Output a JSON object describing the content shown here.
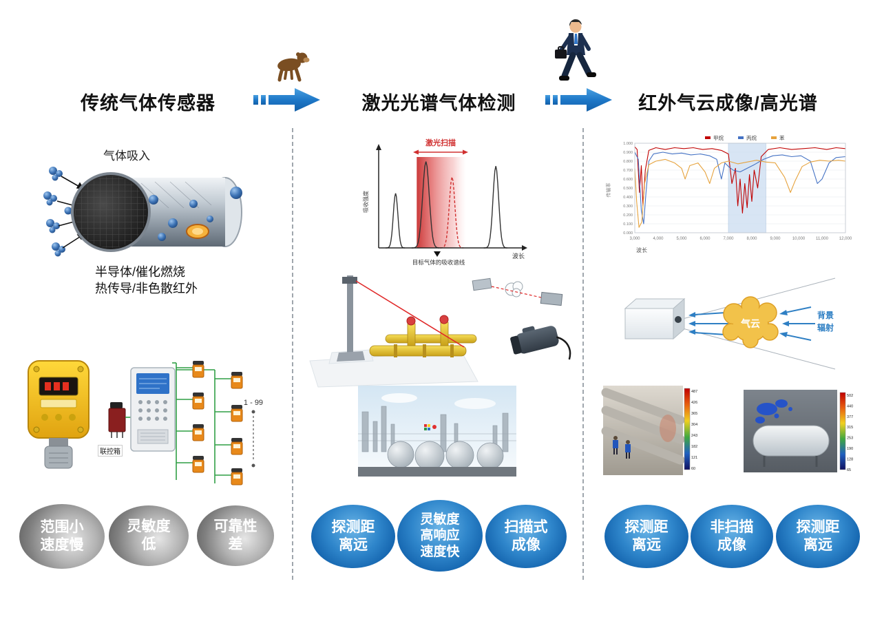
{
  "header": {
    "col1_title": "传统气体传感器",
    "col2_title": "激光光谱气体检测",
    "col3_title": "红外气云成像/高光谱"
  },
  "traditional": {
    "gas_inhale_label": "气体吸入",
    "tech_line1": "半导体/催化燃烧",
    "tech_line2": "热传导/非色散红外",
    "controller_label": "联控箱",
    "network_range_label": "1 - 99",
    "bubbles": [
      {
        "l1": "范围小",
        "l2": "速度慢"
      },
      {
        "l1": "灵敏度",
        "l2": "低"
      },
      {
        "l1": "可靠性",
        "l2": "差"
      }
    ]
  },
  "laser": {
    "bubbles": [
      {
        "l1": "探测距",
        "l2": "离远"
      },
      {
        "l1": "灵敏度",
        "l2": "高响应",
        "l3": "速度快"
      },
      {
        "l1": "扫描式",
        "l2": "成像"
      }
    ]
  },
  "infrared": {
    "cloud_label": "气云",
    "radiation_label_1": "背景",
    "radiation_label_2": "辐射",
    "thermal_left_ticks": [
      "487",
      "426",
      "365",
      "304",
      "243",
      "182",
      "121",
      "60"
    ],
    "thermal_right_ticks": [
      "502",
      "440",
      "377",
      "315",
      "253",
      "190",
      "128",
      "65"
    ],
    "bubbles": [
      {
        "l1": "探测距",
        "l2": "离远"
      },
      {
        "l1": "非扫描",
        "l2": "成像"
      },
      {
        "l1": "探测距",
        "l2": "离远"
      }
    ]
  },
  "chart_data": [
    {
      "type": "line",
      "title": "激光扫描",
      "xlabel": "波长",
      "ylabel": "吸收强度",
      "annotation": "目标气体的吸收谱线",
      "scan_band": [
        0.27,
        0.62
      ],
      "peaks": [
        {
          "x": 0.12,
          "h": 0.6,
          "w": 4.5,
          "color": "#333333",
          "dashed": false
        },
        {
          "x": 0.335,
          "h": 0.95,
          "w": 6.5,
          "color": "#333333",
          "dashed": false
        },
        {
          "x": 0.52,
          "h": 0.78,
          "w": 5.5,
          "color": "#d03030",
          "dashed": true
        },
        {
          "x": 0.83,
          "h": 0.9,
          "w": 5.5,
          "color": "#333333",
          "dashed": false
        }
      ]
    },
    {
      "type": "line",
      "title": "",
      "xlabel": "波长",
      "ylabel": "传输率",
      "xlim": [
        3000,
        12000
      ],
      "ylim": [
        0,
        1
      ],
      "yticks": [
        "1.000",
        "0.900",
        "0.800",
        "0.700",
        "0.600",
        "0.500",
        "0.400",
        "0.300",
        "0.200",
        "0.100",
        "0.000"
      ],
      "xticks": [
        "3,000",
        "4,000",
        "5,000",
        "6,000",
        "7,000",
        "8,000",
        "9,000",
        "10,000",
        "11,000",
        "12,000"
      ],
      "highlight_band": [
        7000,
        8600
      ],
      "legend_position": "top",
      "series": [
        {
          "name": "甲烷",
          "color": "#c00000",
          "points": [
            [
              3000,
              0.96
            ],
            [
              3100,
              0.93
            ],
            [
              3200,
              0.45
            ],
            [
              3280,
              0.75
            ],
            [
              3350,
              0.3
            ],
            [
              3450,
              0.7
            ],
            [
              3600,
              0.92
            ],
            [
              3900,
              0.95
            ],
            [
              4300,
              0.93
            ],
            [
              4700,
              0.95
            ],
            [
              5100,
              0.94
            ],
            [
              5500,
              0.95
            ],
            [
              5900,
              0.93
            ],
            [
              6300,
              0.94
            ],
            [
              6700,
              0.92
            ],
            [
              7000,
              0.88
            ],
            [
              7150,
              0.55
            ],
            [
              7300,
              0.72
            ],
            [
              7400,
              0.3
            ],
            [
              7500,
              0.6
            ],
            [
              7600,
              0.22
            ],
            [
              7700,
              0.55
            ],
            [
              7800,
              0.28
            ],
            [
              7900,
              0.65
            ],
            [
              8000,
              0.35
            ],
            [
              8100,
              0.7
            ],
            [
              8250,
              0.5
            ],
            [
              8400,
              0.85
            ],
            [
              8700,
              0.93
            ],
            [
              9200,
              0.95
            ],
            [
              9700,
              0.93
            ],
            [
              10200,
              0.94
            ],
            [
              10700,
              0.95
            ],
            [
              11200,
              0.93
            ],
            [
              11600,
              0.95
            ],
            [
              12000,
              0.94
            ]
          ]
        },
        {
          "name": "丙烷",
          "color": "#4472c4",
          "points": [
            [
              3000,
              0.9
            ],
            [
              3150,
              0.82
            ],
            [
              3280,
              0.25
            ],
            [
              3380,
              0.1
            ],
            [
              3480,
              0.45
            ],
            [
              3600,
              0.8
            ],
            [
              3800,
              0.88
            ],
            [
              4200,
              0.9
            ],
            [
              4600,
              0.88
            ],
            [
              5000,
              0.89
            ],
            [
              5400,
              0.87
            ],
            [
              5800,
              0.88
            ],
            [
              6200,
              0.86
            ],
            [
              6500,
              0.82
            ],
            [
              6700,
              0.6
            ],
            [
              6850,
              0.78
            ],
            [
              7000,
              0.74
            ],
            [
              7200,
              0.7
            ],
            [
              7500,
              0.68
            ],
            [
              7800,
              0.72
            ],
            [
              8100,
              0.76
            ],
            [
              8500,
              0.82
            ],
            [
              8900,
              0.86
            ],
            [
              9300,
              0.87
            ],
            [
              9700,
              0.85
            ],
            [
              10100,
              0.86
            ],
            [
              10500,
              0.8
            ],
            [
              10800,
              0.55
            ],
            [
              11000,
              0.6
            ],
            [
              11300,
              0.78
            ],
            [
              11600,
              0.84
            ],
            [
              12000,
              0.85
            ]
          ]
        },
        {
          "name": "苯",
          "color": "#e6a23c",
          "points": [
            [
              3000,
              0.72
            ],
            [
              3080,
              0.35
            ],
            [
              3180,
              0.06
            ],
            [
              3300,
              0.12
            ],
            [
              3420,
              0.55
            ],
            [
              3600,
              0.76
            ],
            [
              3900,
              0.8
            ],
            [
              4300,
              0.82
            ],
            [
              4700,
              0.78
            ],
            [
              5000,
              0.72
            ],
            [
              5150,
              0.6
            ],
            [
              5350,
              0.75
            ],
            [
              5700,
              0.78
            ],
            [
              6000,
              0.68
            ],
            [
              6200,
              0.55
            ],
            [
              6400,
              0.72
            ],
            [
              6700,
              0.78
            ],
            [
              7000,
              0.8
            ],
            [
              7400,
              0.77
            ],
            [
              7800,
              0.79
            ],
            [
              8200,
              0.81
            ],
            [
              8600,
              0.79
            ],
            [
              9000,
              0.78
            ],
            [
              9400,
              0.62
            ],
            [
              9650,
              0.45
            ],
            [
              9850,
              0.58
            ],
            [
              10150,
              0.74
            ],
            [
              10500,
              0.79
            ],
            [
              10900,
              0.81
            ],
            [
              11300,
              0.8
            ],
            [
              11700,
              0.81
            ],
            [
              12000,
              0.8
            ]
          ]
        }
      ]
    }
  ]
}
